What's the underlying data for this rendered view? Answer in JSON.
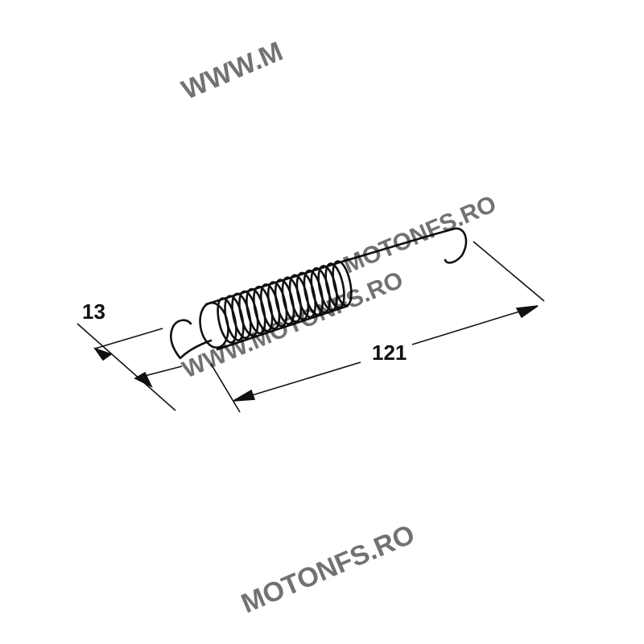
{
  "drawing": {
    "dimensions": {
      "diameter": "13",
      "length": "121"
    },
    "watermarks": {
      "top": "WWW.M",
      "middle_1": "MOTONFS.RO",
      "middle_2": "WWW.MOTONFS.RO",
      "bottom": "MOTONFS.RO"
    }
  },
  "colors": {
    "line": "#111111",
    "background": "#ffffff"
  }
}
